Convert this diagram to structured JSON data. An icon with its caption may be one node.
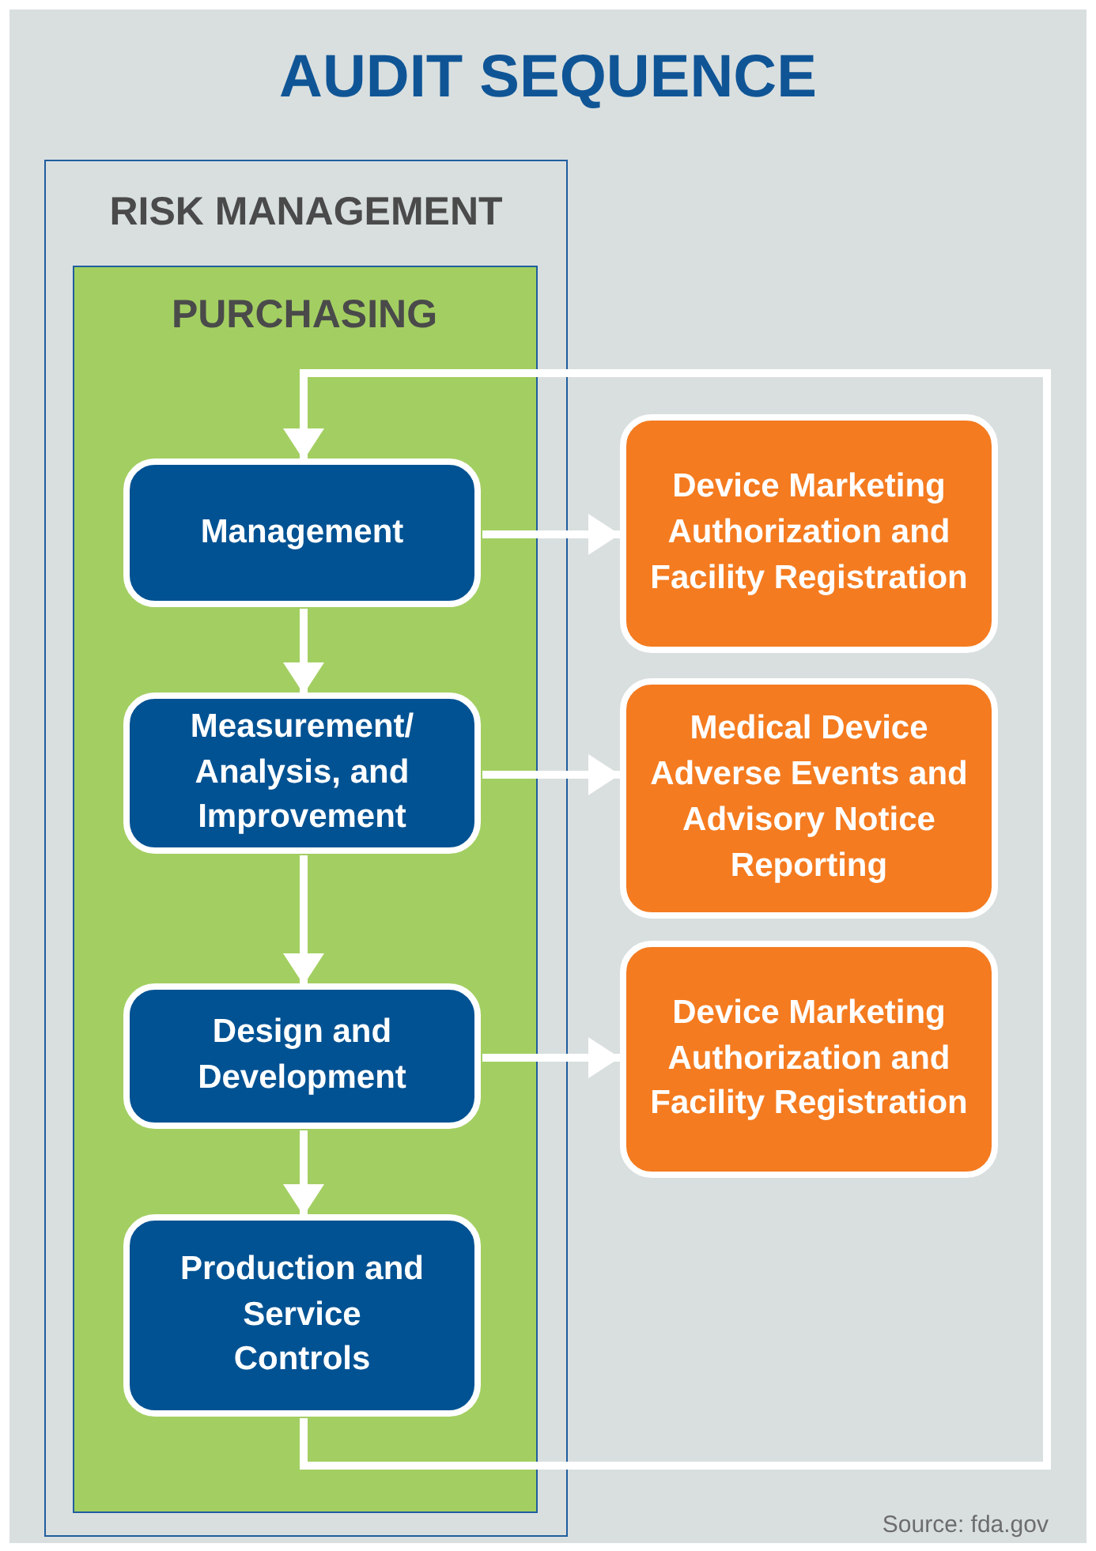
{
  "diagram": {
    "title": "AUDIT SEQUENCE",
    "nodes": [
      {
        "text": [
          "RISK MANAGEMENT"
        ]
      },
      {
        "text": [
          "PURCHASING"
        ],
        "in": 0
      },
      {
        "text": [
          "Management"
        ],
        "in": 1
      },
      {
        "text": [
          "Measurement/ Analysis, and Improvement"
        ],
        "in": 1
      },
      {
        "text": [
          "Design and Development"
        ],
        "in": 1
      },
      {
        "text": [
          "Production and Service Controls"
        ],
        "in": 1
      },
      {
        "text": [
          "Device Marketing Authorization and Facility Registration"
        ]
      },
      {
        "text": [
          "Medical Device Adverse Events and Advisory Notice Reporting"
        ]
      },
      {
        "text": [
          "Device Marketing Authorization and Facility Registration"
        ]
      }
    ],
    "edges": [
      {
        "from": 2,
        "to": 3,
        "arrow": "to"
      },
      {
        "from": 3,
        "to": 4,
        "arrow": "to"
      },
      {
        "from": 4,
        "to": 5,
        "arrow": "to"
      },
      {
        "from": 5,
        "to": 2,
        "arrow": "to"
      },
      {
        "from": 2,
        "to": 6,
        "arrow": "to"
      },
      {
        "from": 3,
        "to": 7,
        "arrow": "to"
      },
      {
        "from": 4,
        "to": 8,
        "arrow": "to"
      }
    ],
    "labels": [
      "Source: fda.gov"
    ]
  }
}
